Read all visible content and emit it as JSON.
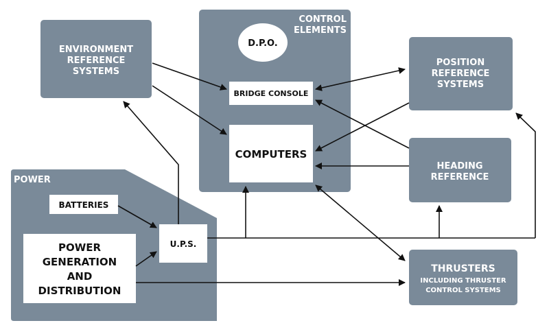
{
  "diagram": {
    "power": {
      "title": "POWER"
    },
    "batteries": {
      "label": "BATTERIES"
    },
    "power_generation": {
      "line1": "POWER",
      "line2": "GENERATION",
      "line3": "AND",
      "line4": "DISTRIBUTION"
    },
    "ups": {
      "label": "U.P.S."
    },
    "environment": {
      "line1": "ENVIRONMENT",
      "line2": "REFERENCE",
      "line3": "SYSTEMS"
    },
    "control": {
      "line1": "CONTROL",
      "line2": "ELEMENTS"
    },
    "dpo": {
      "label": "D.P.O."
    },
    "bridge_console": {
      "label": "BRIDGE CONSOLE"
    },
    "computers": {
      "label": "COMPUTERS"
    },
    "position": {
      "line1": "POSITION",
      "line2": "REFERENCE",
      "line3": "SYSTEMS"
    },
    "heading": {
      "line1": "HEADING",
      "line2": "REFERENCE"
    },
    "thrusters": {
      "line1": "THRUSTERS",
      "line2": "INCLUDING THRUSTER",
      "line3": "CONTROL SYSTEMS"
    },
    "colors": {
      "box": "#7a8a99",
      "text_light": "#ffffff",
      "text_dark": "#111111",
      "arrow": "#111111"
    }
  }
}
